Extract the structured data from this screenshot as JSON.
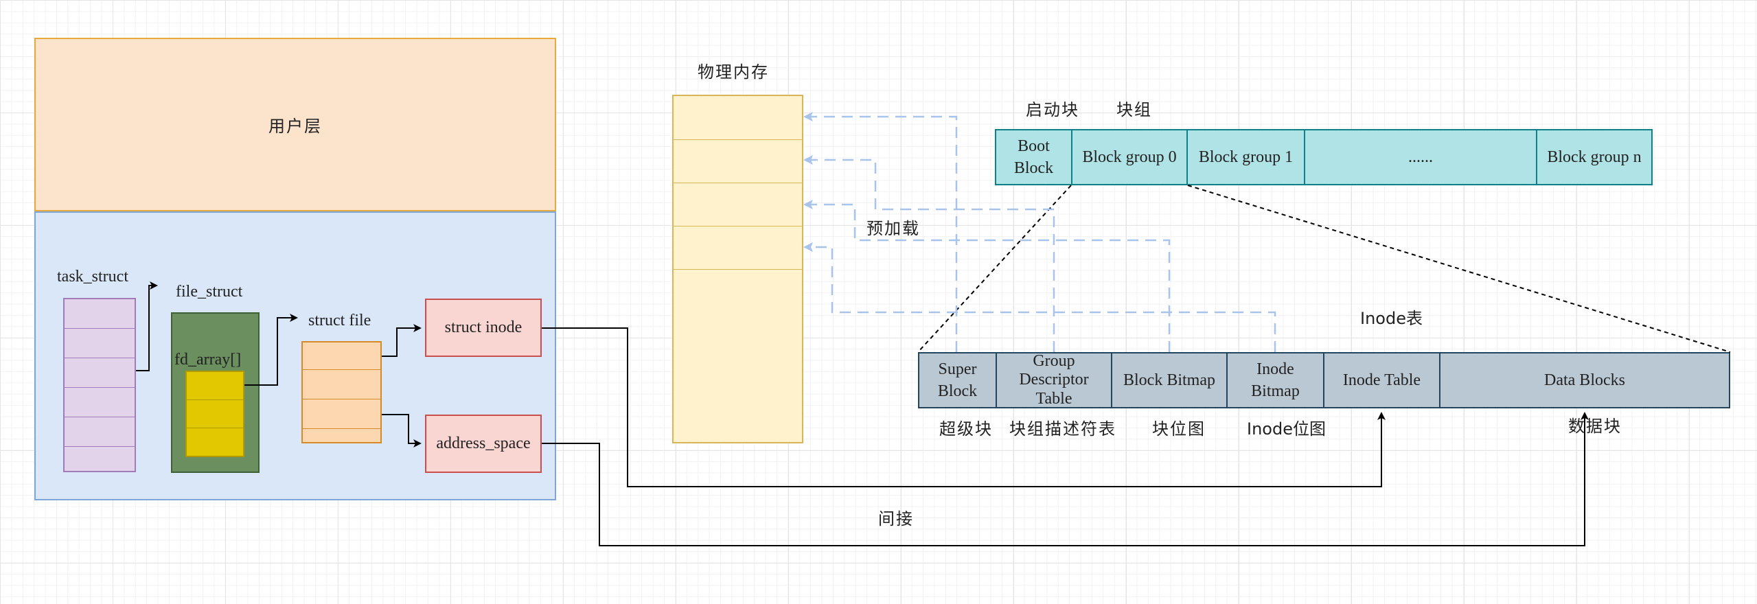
{
  "user_layer": {
    "label": "用户层"
  },
  "process": {
    "task_struct": "task_struct",
    "file_struct": "file_struct",
    "fd_array": "fd_array[]",
    "struct_file": "struct file",
    "struct_inode": "struct inode",
    "address_space": "address_space"
  },
  "memory": {
    "title": "物理内存",
    "preload": "预加载"
  },
  "disk": {
    "boot_label": "启动块",
    "group_label": "块组",
    "boot_block": "Boot Block",
    "groups": [
      "Block group 0",
      "Block group 1",
      "......",
      "Block group n"
    ]
  },
  "block_group": {
    "inode_table_label": "Inode表",
    "cells": [
      "Super Block",
      "Group Descriptor Table",
      "Block Bitmap",
      "Inode Bitmap",
      "Inode Table",
      "Data Blocks"
    ],
    "captions": [
      "超级块",
      "块组描述符表",
      "块位图",
      "Inode位图",
      "数据块"
    ]
  },
  "indirect_label": "间接",
  "colors": {
    "user_fill": "#fbe3cc",
    "user_border": "#e5a93c",
    "kernel_fill": "#d9e7f8",
    "kernel_border": "#7ea6d8",
    "task_fill": "#e3d3ea",
    "task_border": "#a07bb8",
    "file_struct_fill": "#6b8f5e",
    "fd_fill": "#e2c800",
    "struct_file_fill": "#fcd7b0",
    "struct_file_border": "#d58a2a",
    "inode_fill": "#f9d6d2",
    "inode_border": "#c94f4f",
    "memory_fill": "#fff2cc",
    "memory_border": "#d6b656",
    "disk_fill": "#b0e3e6",
    "disk_border": "#0e8088",
    "group_fill": "#bac8d3",
    "group_border": "#23445d",
    "dashed_arrow": "#a9c4eb"
  }
}
